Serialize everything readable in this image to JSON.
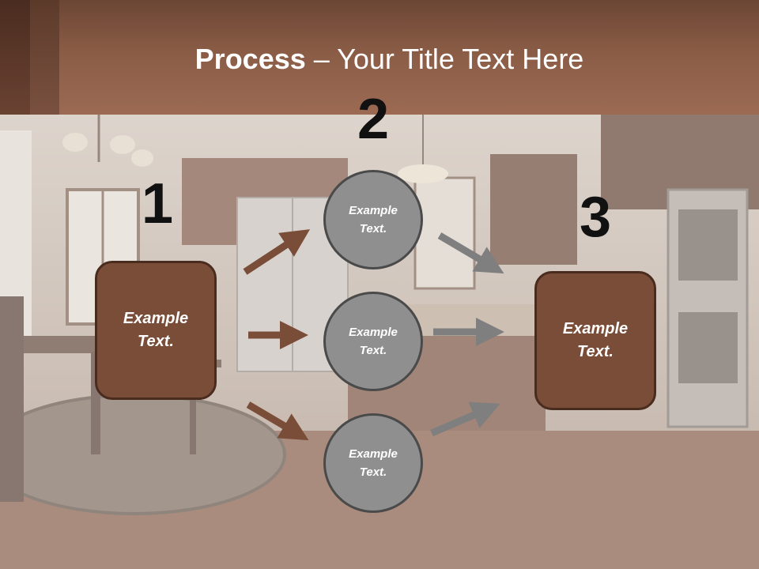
{
  "slide": {
    "title_bold": "Process",
    "title_rest": " – Your Title Text Here"
  },
  "colors": {
    "header": "#8a5c46",
    "box_fill": "#7a4d38",
    "box_border": "#4a2c1f",
    "circle_fill": "#8f8f8f",
    "circle_border": "#4a4a4a",
    "arrow_brown": "#7a4d38",
    "arrow_gray": "#7f7f7f"
  },
  "steps": {
    "step1": {
      "number": "1",
      "label_line1": "Example",
      "label_line2": "Text."
    },
    "step2": {
      "number": "2",
      "circles": [
        {
          "label_line1": "Example",
          "label_line2": "Text."
        },
        {
          "label_line1": "Example",
          "label_line2": "Text."
        },
        {
          "label_line1": "Example",
          "label_line2": "Text."
        }
      ]
    },
    "step3": {
      "number": "3",
      "label_line1": "Example",
      "label_line2": "Text."
    }
  }
}
